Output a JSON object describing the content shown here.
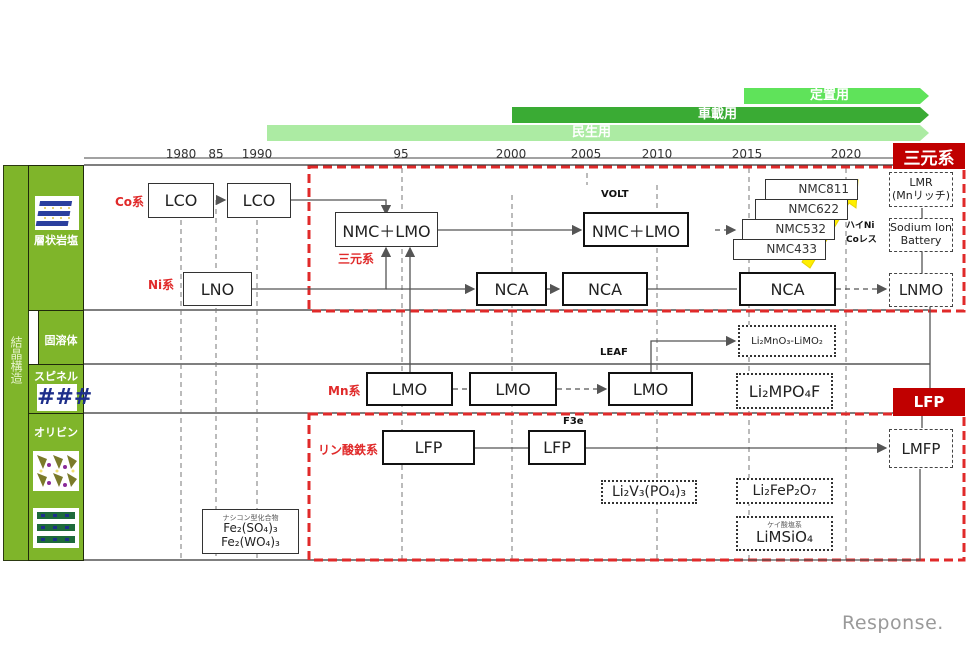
{
  "usage_bars": {
    "stationary": "定置用",
    "automotive": "車載用",
    "consumer": "民生用"
  },
  "timeline": {
    "years": [
      "1980",
      "85",
      "1990",
      "95",
      "2000",
      "2005",
      "2010",
      "2015",
      "2020"
    ]
  },
  "side_panel": {
    "title": "結晶構造",
    "categories": {
      "layered": "層状岩塩",
      "solid_solution": "固溶体",
      "spinel": "スピネル",
      "olivine": "オリビン"
    }
  },
  "groups": {
    "ternary_tag": "三元系",
    "lfp_tag": "LFP"
  },
  "series_labels": {
    "co": "Co系",
    "ni": "Ni系",
    "ternary": "三元系",
    "mn": "Mn系",
    "phosphate": "リン酸鉄系"
  },
  "notes": {
    "volt": "VOLT",
    "leaf": "LEAF",
    "f3e": "F3e",
    "high_ni": "ハイNi",
    "co_less": "Coレス"
  },
  "materials": {
    "lco1": "LCO",
    "lco2": "LCO",
    "lno": "LNO",
    "nmc_lmo1": "NMC＋LMO",
    "nmc_lmo2": "NMC＋LMO",
    "nca1": "NCA",
    "nca2": "NCA",
    "nca3": "NCA",
    "nmc811": "NMC811",
    "nmc622": "NMC622",
    "nmc532": "NMC532",
    "nmc433": "NMC433",
    "lmr_1": "LMR",
    "lmr_2": "(Mnリッチ)",
    "sodium_1": "Sodium Ion",
    "sodium_2": "Battery",
    "lnmo": "LNMO",
    "li2mno3": "Li₂MnO₃-LiMO₂",
    "lmo1": "LMO",
    "lmo2": "LMO",
    "lmo3": "LMO",
    "li2mpo4f": "Li₂MPO₄F",
    "lfp1": "LFP",
    "lfp2": "LFP",
    "lmfp": "LMFP",
    "li2v3po4": "Li₂V₃(PO₄)₃",
    "li2fep2o7": "Li₂FeP₂O₇",
    "limsio4_note": "ケイ酸塩系",
    "limsio4": "LiMSiO₄",
    "nasicon_note": "ナシコン型化合物",
    "fe2so4": "Fe₂(SO₄)₃",
    "fe2wo4": "Fe₂(WO₄)₃"
  },
  "watermark": "Response."
}
